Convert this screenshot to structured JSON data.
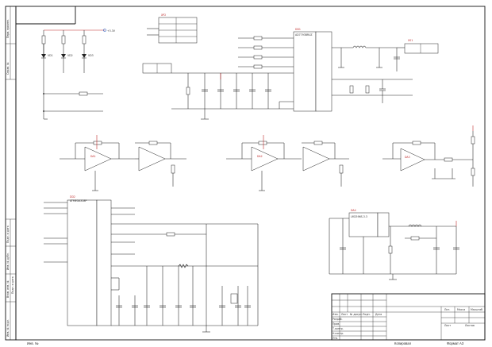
{
  "sheet": {
    "bottom_left_text": "Инв. №",
    "bottom_center_text": "Копировал",
    "bottom_right_text": "Формат А3",
    "side_labels": [
      "Перв. примен.",
      "Справ. №",
      "Подп. и дата",
      "Инв. № дубл.",
      "Взам. инв. №",
      "Подп. и дата",
      "Инв. № подл."
    ]
  },
  "title_block": {
    "rows": [
      "Изм.",
      "Разраб.",
      "Пров.",
      "Т.контр.",
      "Н.контр.",
      "Утв."
    ],
    "header_cells": [
      "Лист",
      "№ докум.",
      "Подп.",
      "Дата"
    ],
    "lit_cells": [
      "Лит.",
      "Масса",
      "Масштаб"
    ],
    "sheet_cells": [
      "Лист",
      "Листов"
    ]
  },
  "blocks": {
    "leds": [
      "VD1",
      "VD2",
      "VD3"
    ],
    "power_label": "+3.3V",
    "top_connector": "XP2",
    "adc_chip": "DD1",
    "adc_chip_part": "AD7793BRUZ",
    "opamp_a": "DA1",
    "opamp_b": "DA2",
    "opamp_c": "DA3",
    "mcu": "DD2",
    "mcu_part": "ATMEGA328P",
    "regulator": "DA4",
    "regulator_part": "LM2596S-3.3",
    "right_connector": "XS1"
  }
}
